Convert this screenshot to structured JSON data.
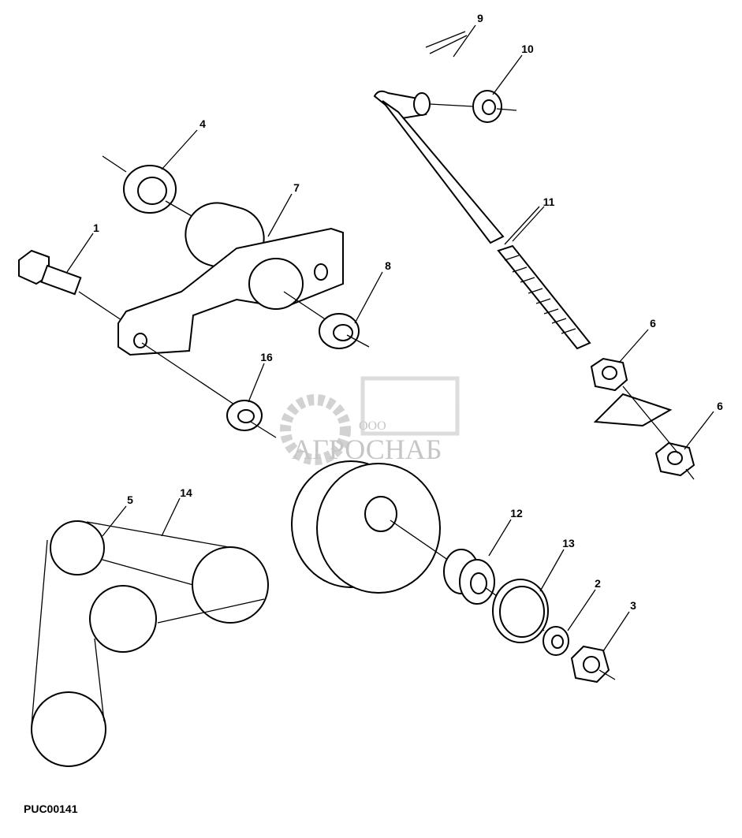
{
  "diagram": {
    "callouts": [
      "1",
      "2",
      "3",
      "4",
      "5",
      "6",
      "6",
      "7",
      "8",
      "9",
      "10",
      "11",
      "12",
      "13",
      "14",
      "16"
    ],
    "figure_code": "PUC00141"
  },
  "watermark": {
    "small": "ООО",
    "brand": "АГРОСНАБ"
  }
}
